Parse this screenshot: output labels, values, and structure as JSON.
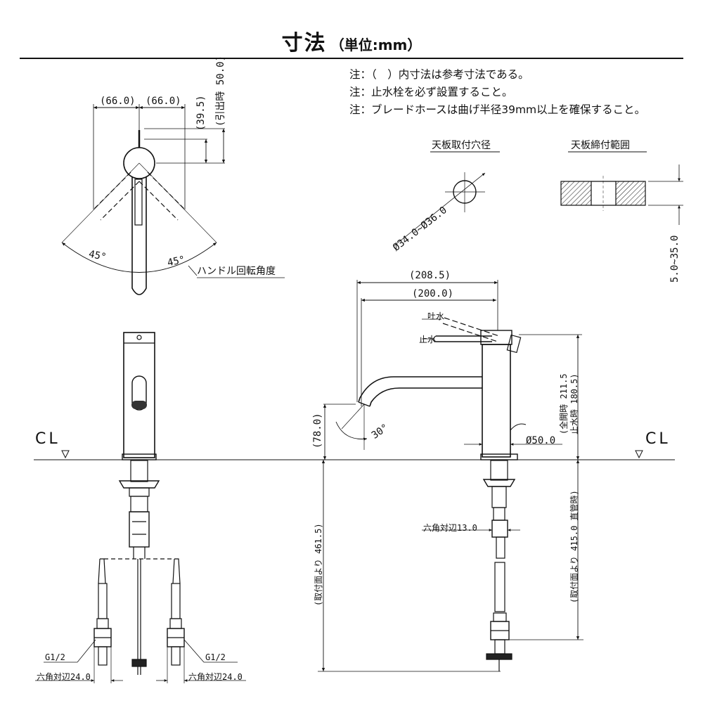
{
  "title": {
    "main": "寸法",
    "unit": "（単位:mm）"
  },
  "notes": [
    "注：（　）内寸法は参考寸法である。",
    "注：止水栓を必ず設置すること。",
    "注：ブレードホースは曲げ半径39mm以上を確保すること。"
  ],
  "top_view": {
    "dim_left": "(66.0)",
    "dim_right": "(66.0)",
    "dim_39_5": "(39.5)",
    "dim_50": "(引出時 50.0)",
    "angle_left": "45°",
    "angle_right": "45°",
    "handle_rotation": "ハンドル回転角度"
  },
  "counter_hole": {
    "title": "天板取付穴径",
    "dia": "Ø34.0~Ø36.0"
  },
  "counter_range": {
    "title": "天板締付範囲",
    "thickness": "5.0~35.0"
  },
  "side_view": {
    "dim_208_5": "(208.5)",
    "dim_200": "(200.0)",
    "spout_label": "吐水",
    "stop_label": "止水",
    "height_label_a": "(全開時 211.5",
    "height_label_b": "止水時 180.5)",
    "base_dia": "Ø50.0",
    "spout_height": "(78.0)",
    "spout_angle": "30°",
    "hex13": "六角対辺13.0",
    "below_left": "(取付面より 461.5)",
    "below_right": "(取付面より 415.0 直管時)"
  },
  "front_view": {
    "g_left": "G1/2",
    "g_right": "G1/2",
    "hex_left": "六角対辺24.0",
    "hex_right": "六角対辺24.0"
  },
  "cl_left": "CL",
  "cl_right": "CL"
}
